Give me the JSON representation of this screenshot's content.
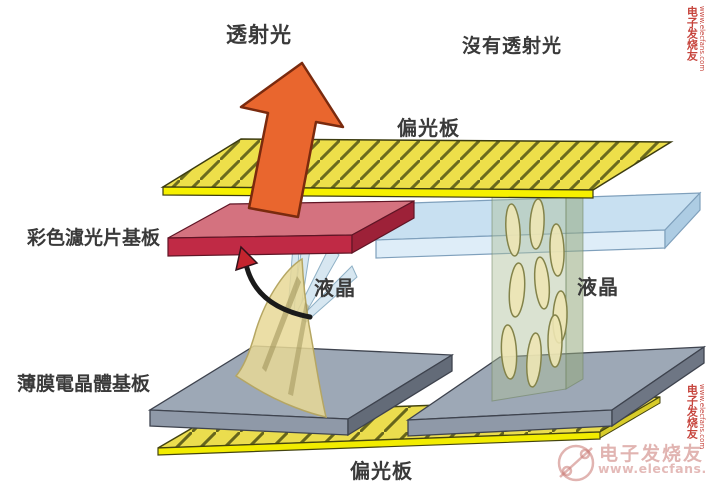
{
  "labels": {
    "transmitted_light": "透射光",
    "no_transmitted_light": "沒有透射光",
    "polarizer_top": "偏光板",
    "color_filter_substrate": "彩色濾光片基板",
    "liquid_crystal_left": "液晶",
    "liquid_crystal_right": "液晶",
    "tft_substrate": "薄膜電晶體基板",
    "polarizer_bottom": "偏光板"
  },
  "watermark": {
    "site_name": "电子发烧友",
    "site_url": "www.elecfans.com"
  },
  "palette": {
    "polarizer_yellow": "#EDDF4A",
    "polarizer_bright_edge": "#F6F000",
    "hatch_olive": "#6B6A1E",
    "color_filter_top": "#D4727F",
    "color_filter_front": "#C02A45",
    "color_filter_side": "#9D2138",
    "glass_blue_top": "#C8E0F1",
    "glass_blue_front": "#DEEDF8",
    "substrate_gray_top": "#9DA8B6",
    "substrate_gray_front": "#8F99A8",
    "lc_molecule_fill": "#EDE6B4",
    "lc_column_green": "#ADBF98",
    "lc_fan_yellow": "#E8D896",
    "lc_spike_blue": "#D7E7F1",
    "arrow_orange": "#E9662E",
    "arrow_red_head": "#C4242E",
    "label_text": "#3A3A3A",
    "watermark_red": "#C03028",
    "watermark_pink": "#CD827D"
  }
}
